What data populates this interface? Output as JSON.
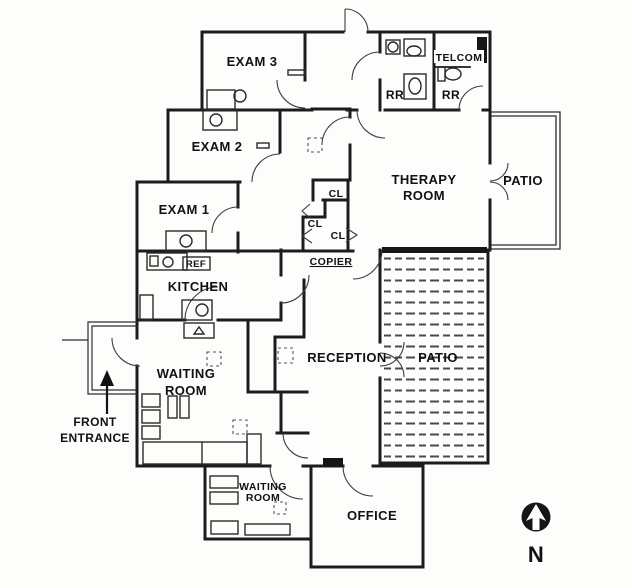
{
  "drawing": {
    "kind": "medical-office-floor-plan"
  },
  "rooms": {
    "exam3": "EXAM 3",
    "exam2": "EXAM 2",
    "exam1": "EXAM 1",
    "kitchen": "KITCHEN",
    "restroom_west": "RR",
    "restroom_east": "RR",
    "telcom": "TELCOM",
    "therapy_line1": "THERAPY",
    "therapy_line2": "ROOM",
    "patio_upper": "PATIO",
    "patio_lower": "PATIO",
    "reception": "RECEPTION",
    "waiting_main_line1": "WAITING",
    "waiting_main_line2": "ROOM",
    "waiting_small_line1": "WAITING",
    "waiting_small_line2": "ROOM",
    "office": "OFFICE"
  },
  "closets": {
    "cl1": "CL",
    "cl2": "CL",
    "cl3": "CL"
  },
  "fixtures": {
    "refrigerator": "REF",
    "copier": "COPIER"
  },
  "entrance": {
    "line1": "FRONT",
    "line2": "ENTRANCE"
  },
  "compass": {
    "north": "N"
  },
  "colors": {
    "ink": "#1c1c1c",
    "paper": "#fdfdfc",
    "deck_hatch": "#4a4a4a"
  }
}
